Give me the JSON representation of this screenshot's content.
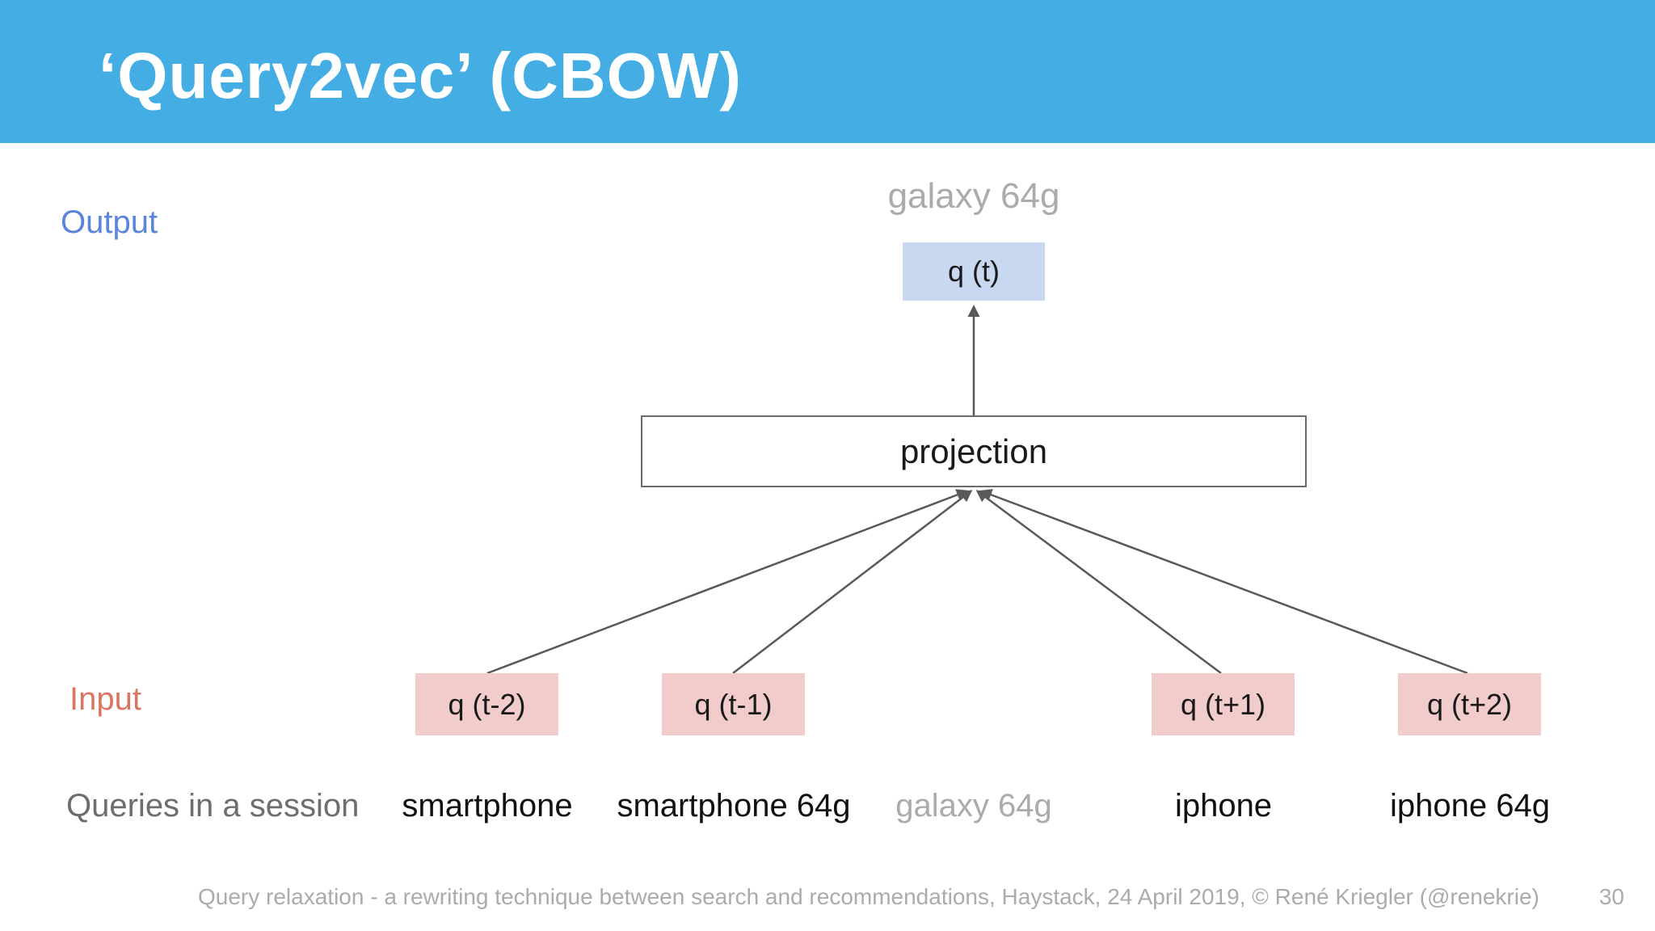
{
  "slide": {
    "title": "‘Query2vec’ (CBOW)",
    "footer": "Query relaxation - a rewriting technique between search and recommendations, Haystack, 24 April 2019, © René Kriegler (@renekrie)",
    "page_number": "30"
  },
  "diagram": {
    "output_label": "Output",
    "input_label": "Input",
    "predicted_query": "galaxy 64g",
    "output_node": "q (t)",
    "projection_node": "projection",
    "input_nodes": [
      {
        "label": "q (t-2)",
        "query": "smartphone"
      },
      {
        "label": "q (t-1)",
        "query": "smartphone 64g"
      },
      {
        "label": "q (t+1)",
        "query": "iphone"
      },
      {
        "label": "q (t+2)",
        "query": "iphone 64g"
      }
    ],
    "session_label": "Queries in a session",
    "session_queries": [
      "smartphone",
      "smartphone 64g",
      "galaxy 64g",
      "iphone",
      "iphone 64g"
    ]
  },
  "colors": {
    "header_bg": "#44ADE4",
    "title_text": "#FFFFFF",
    "output_node_bg": "#C8D8F0",
    "input_node_bg": "#F2CBCB",
    "projection_border": "#6B6B6B",
    "output_label_text": "#5B84DB",
    "input_label_text": "#DB7563",
    "muted_text": "#ABABAB",
    "session_label_text": "#6E6E6E",
    "connector_line": "#595959"
  }
}
